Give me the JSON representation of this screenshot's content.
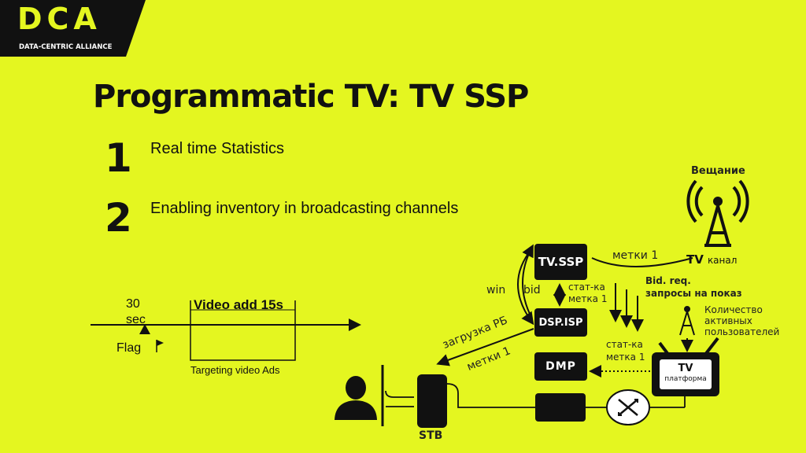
{
  "logo": {
    "mark": "DCA",
    "tagline": "DATA-CENTRIC ALLIANCE"
  },
  "title": "Programmatic TV: TV SSP",
  "items": [
    {
      "number": "1",
      "text": "Real time Statistics"
    },
    {
      "number": "2",
      "text": "Enabling inventory in broadcasting channels"
    }
  ],
  "timeline": {
    "duration_a": "30",
    "duration_b": "sec",
    "video_label": "Video add 15s",
    "flag_label": "Flag",
    "targeting_label": "Targeting video Ads"
  },
  "diagram": {
    "broadcast_label": "Вещание",
    "tv_channel_bold": "TV",
    "tv_channel_rest": "канал",
    "tv_ssp": "TV.SSP",
    "dsp_isp": "DSP.ISP",
    "dmp": "DMP",
    "marks_1": "метки 1",
    "win": "win",
    "bid": "bid",
    "stat_1": "стат-ка",
    "stat_1b": "метка 1",
    "bid_req": "Bid. req.",
    "bid_req_b": "запросы на показ",
    "active_users_1": "Количество",
    "active_users_2": "активных",
    "active_users_3": "пользователей",
    "stat_2": "стат-ка",
    "stat_2b": "метка 1",
    "load_rb": "загрузка РБ",
    "marks_2": "метки 1",
    "tv_platform_bold": "TV",
    "tv_platform_rest": "платформа",
    "stb": "STB"
  }
}
